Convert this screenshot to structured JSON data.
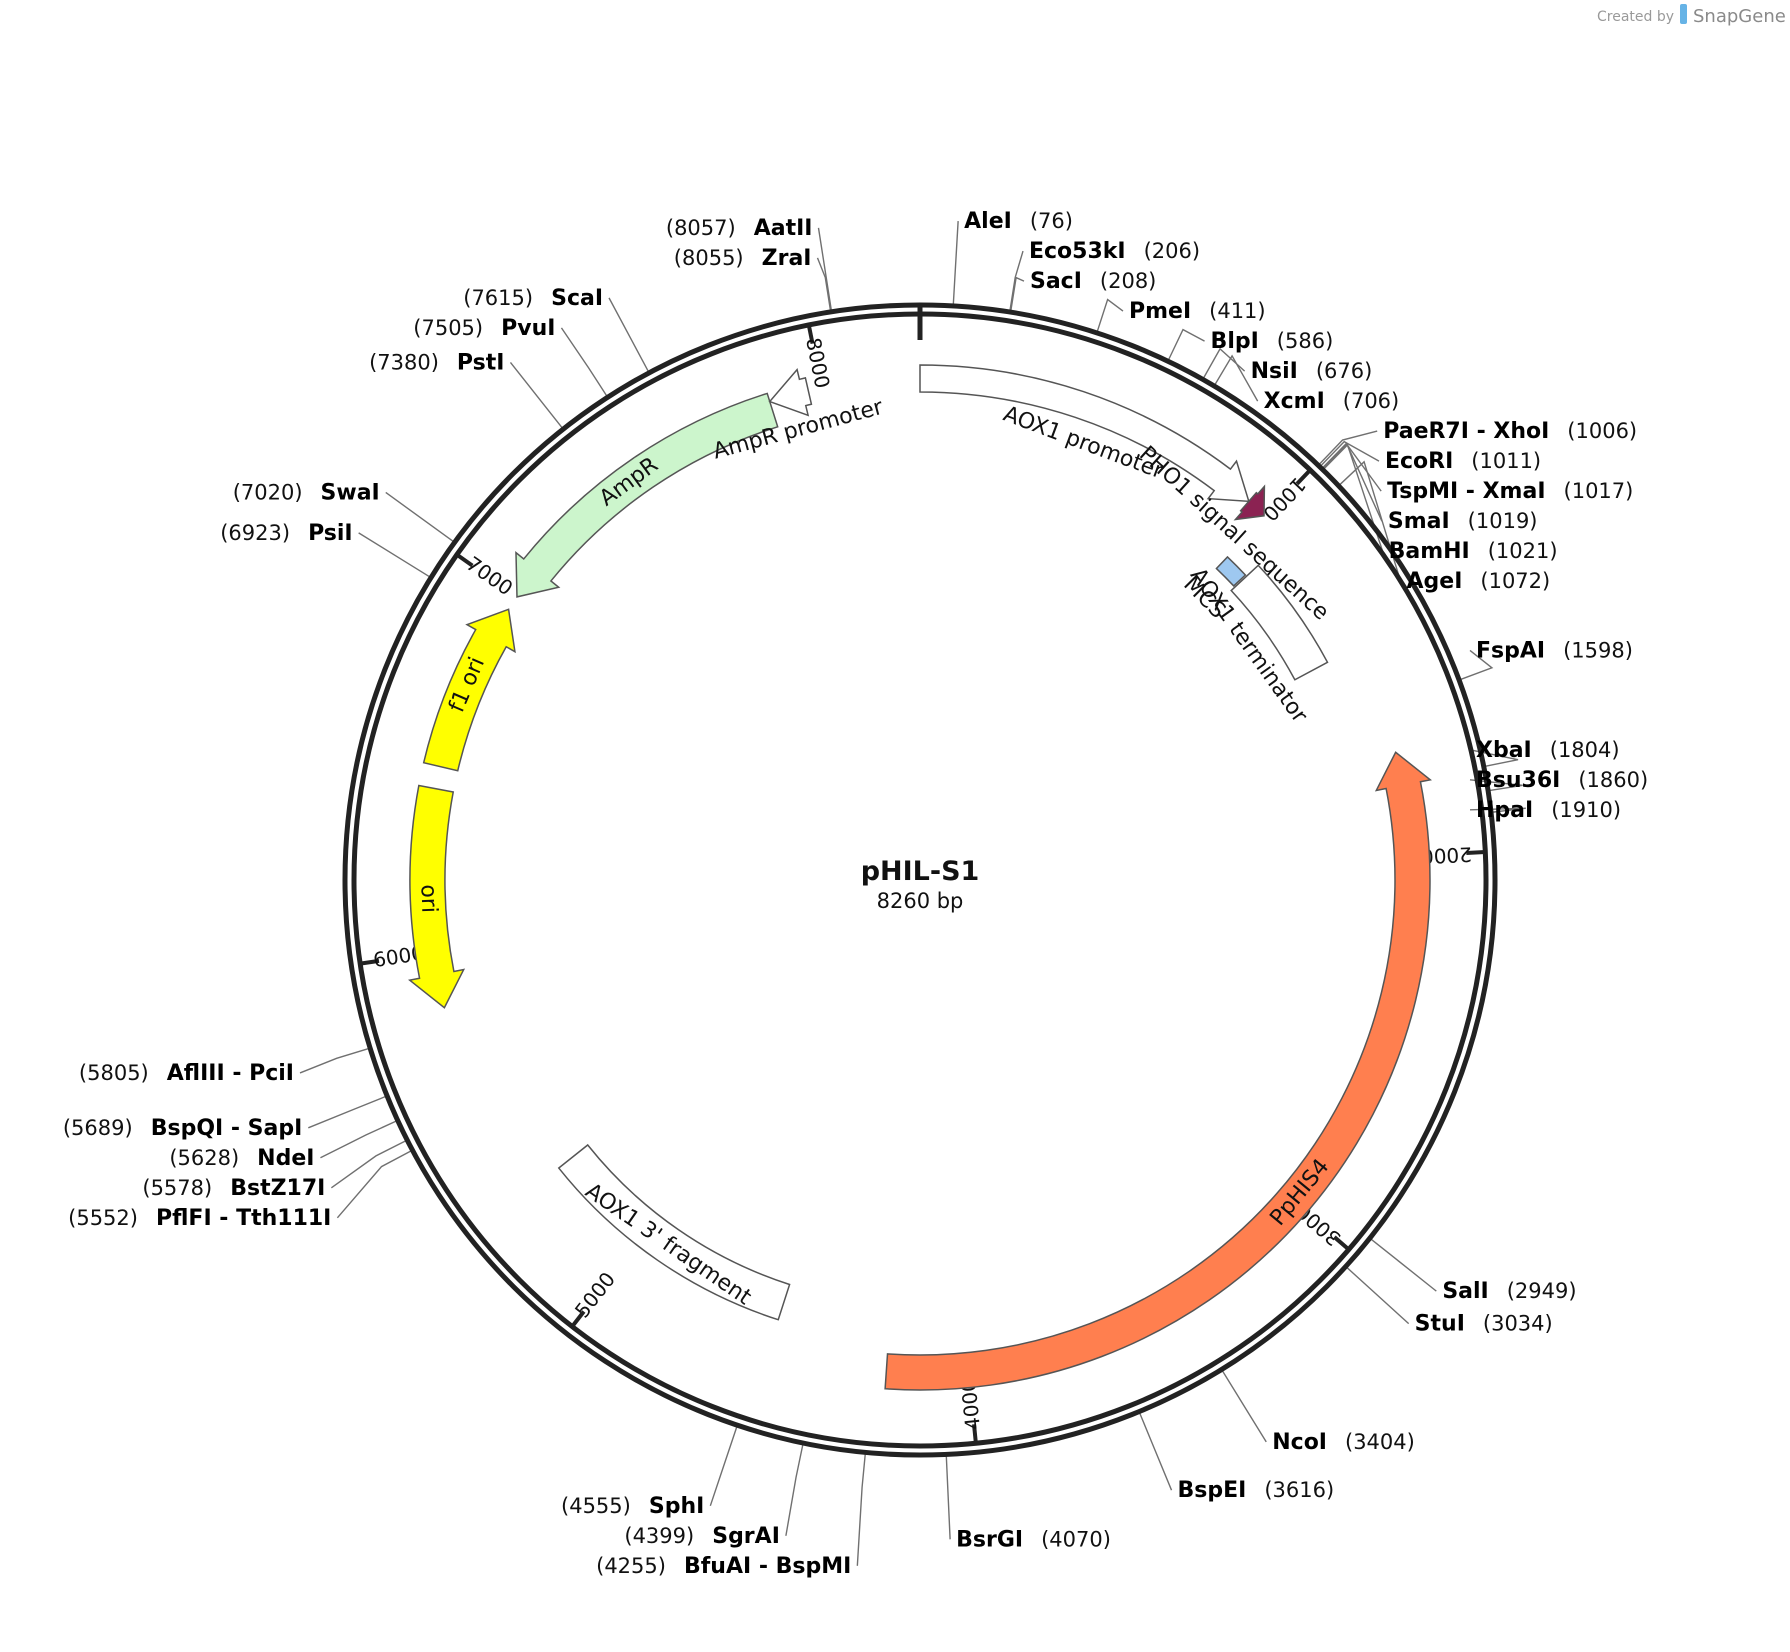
{
  "plasmid": {
    "name": "pHIL-S1",
    "length_label": "8260 bp",
    "length": 8260
  },
  "credit": {
    "created_by": "Created by",
    "brand": "SnapGene"
  },
  "colors": {
    "backbone": "#222222",
    "AmpR": "#ccf5cc",
    "ori": "#ffff00",
    "f1ori": "#ffff00",
    "PpHIS4": "#ff7f4f",
    "PHO1": "#8b2252",
    "MCS": "#9ec8f0",
    "outline": "#555555"
  },
  "ticks": [
    {
      "pos": 1000,
      "label": "1000"
    },
    {
      "pos": 2000,
      "label": "2000"
    },
    {
      "pos": 3000,
      "label": "3000"
    },
    {
      "pos": 4000,
      "label": "4000"
    },
    {
      "pos": 5000,
      "label": "5000"
    },
    {
      "pos": 6000,
      "label": "6000"
    },
    {
      "pos": 7000,
      "label": "7000"
    },
    {
      "pos": 8000,
      "label": "8000"
    }
  ],
  "features": [
    {
      "name": "AOX1 promoter",
      "start": 0,
      "end": 940,
      "dir": 1,
      "kind": "promoter",
      "color": "#ffffff"
    },
    {
      "name": "PHO1 signal sequence",
      "start": 940,
      "end": 995,
      "dir": 1,
      "kind": "sig",
      "color": "#8b2252"
    },
    {
      "name": "MCS",
      "start": 1000,
      "end": 1075,
      "dir": 0,
      "kind": "mcs",
      "color": "#9ec8f0"
    },
    {
      "name": "AOX1 terminator",
      "start": 1080,
      "end": 1420,
      "dir": 0,
      "kind": "box",
      "color": "#ffffff"
    },
    {
      "name": "PpHIS4",
      "start": 1720,
      "end": 4220,
      "dir": -1,
      "kind": "cds",
      "color": "#ff7f4f"
    },
    {
      "name": "AOX1 3' fragment",
      "start": 4540,
      "end": 5310,
      "dir": 0,
      "kind": "box",
      "color": "#ffffff"
    },
    {
      "name": "ori",
      "start": 5850,
      "end": 6440,
      "dir": -1,
      "kind": "rep",
      "color": "#ffff00"
    },
    {
      "name": "f1 ori",
      "start": 6500,
      "end": 6960,
      "dir": 1,
      "kind": "rep",
      "color": "#ffff00"
    },
    {
      "name": "AmpR",
      "start": 7000,
      "end": 7860,
      "dir": -1,
      "kind": "cds",
      "color": "#ccf5cc"
    },
    {
      "name": "AmpR promoter",
      "start": 7860,
      "end": 7965,
      "dir": -1,
      "kind": "promoter",
      "color": "#ffffff"
    }
  ],
  "sites": [
    {
      "name": "AatII",
      "pos": "(8057)",
      "side": "left",
      "n": 8057
    },
    {
      "name": "ZraI",
      "pos": "(8055)",
      "side": "left",
      "n": 8055
    },
    {
      "name": "ScaI",
      "pos": "(7615)",
      "side": "left",
      "n": 7615
    },
    {
      "name": "PvuI",
      "pos": "(7505)",
      "side": "left",
      "n": 7505
    },
    {
      "name": "PstI",
      "pos": "(7380)",
      "side": "left",
      "n": 7380
    },
    {
      "name": "SwaI",
      "pos": "(7020)",
      "side": "left",
      "n": 7020
    },
    {
      "name": "PsiI",
      "pos": "(6923)",
      "side": "left",
      "n": 6923
    },
    {
      "name": "AflIII",
      "name2": "PciI",
      "pos": "(5805)",
      "side": "left",
      "n": 5805
    },
    {
      "name": "BspQI",
      "name2": "SapI",
      "pos": "(5689)",
      "side": "left",
      "n": 5689
    },
    {
      "name": "NdeI",
      "pos": "(5628)",
      "side": "left",
      "n": 5628
    },
    {
      "name": "BstZ17I",
      "pos": "(5578)",
      "side": "left",
      "n": 5578
    },
    {
      "name": "PflFI",
      "name2": "Tth111I",
      "pos": "(5552)",
      "side": "left",
      "n": 5552
    },
    {
      "name": "SphI",
      "pos": "(4555)",
      "side": "left",
      "n": 4555
    },
    {
      "name": "SgrAI",
      "pos": "(4399)",
      "side": "left",
      "n": 4399
    },
    {
      "name": "BfuAI",
      "name2": "BspMI",
      "pos": "(4255)",
      "side": "left",
      "n": 4255
    },
    {
      "name": "AleI",
      "pos": "(76)",
      "side": "right",
      "n": 76
    },
    {
      "name": "Eco53kI",
      "pos": "(206)",
      "side": "right",
      "n": 206
    },
    {
      "name": "SacI",
      "pos": "(208)",
      "side": "right",
      "n": 208
    },
    {
      "name": "PmeI",
      "pos": "(411)",
      "side": "right",
      "n": 411
    },
    {
      "name": "BlpI",
      "pos": "(586)",
      "side": "right",
      "n": 586
    },
    {
      "name": "NsiI",
      "pos": "(676)",
      "side": "right",
      "n": 676
    },
    {
      "name": "XcmI",
      "pos": "(706)",
      "side": "right",
      "n": 706
    },
    {
      "name": "PaeR7I",
      "name2": "XhoI",
      "pos": "(1006)",
      "side": "right",
      "n": 1006
    },
    {
      "name": "EcoRI",
      "pos": "(1011)",
      "side": "right",
      "n": 1011
    },
    {
      "name": "TspMI",
      "name2": "XmaI",
      "pos": "(1017)",
      "side": "right",
      "n": 1017
    },
    {
      "name": "SmaI",
      "pos": "(1019)",
      "side": "right",
      "n": 1019
    },
    {
      "name": "BamHI",
      "pos": "(1021)",
      "side": "right",
      "n": 1021
    },
    {
      "name": "AgeI",
      "pos": "(1072)",
      "side": "right",
      "n": 1072
    },
    {
      "name": "FspAI",
      "pos": "(1598)",
      "side": "right",
      "n": 1598
    },
    {
      "name": "XbaI",
      "pos": "(1804)",
      "side": "right",
      "n": 1804
    },
    {
      "name": "Bsu36I",
      "pos": "(1860)",
      "side": "right",
      "n": 1860
    },
    {
      "name": "HpaI",
      "pos": "(1910)",
      "side": "right",
      "n": 1910
    },
    {
      "name": "SalI",
      "pos": "(2949)",
      "side": "right",
      "n": 2949
    },
    {
      "name": "StuI",
      "pos": "(3034)",
      "side": "right",
      "n": 3034
    },
    {
      "name": "NcoI",
      "pos": "(3404)",
      "side": "right",
      "n": 3404
    },
    {
      "name": "BspEI",
      "pos": "(3616)",
      "side": "right",
      "n": 3616
    },
    {
      "name": "BsrGI",
      "pos": "(4070)",
      "side": "right",
      "n": 4070
    }
  ]
}
